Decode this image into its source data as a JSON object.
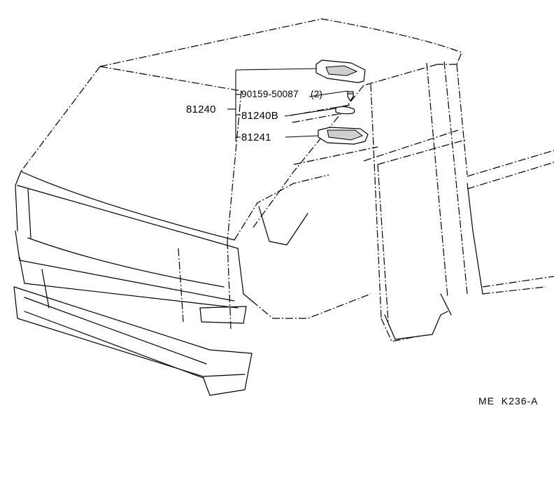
{
  "callouts": {
    "assembly": "81240",
    "screw": "90159-50087",
    "screw_qty": "(2)",
    "bulb": "81240B",
    "lens": "81241"
  },
  "figure_code": "ME  K236-A"
}
